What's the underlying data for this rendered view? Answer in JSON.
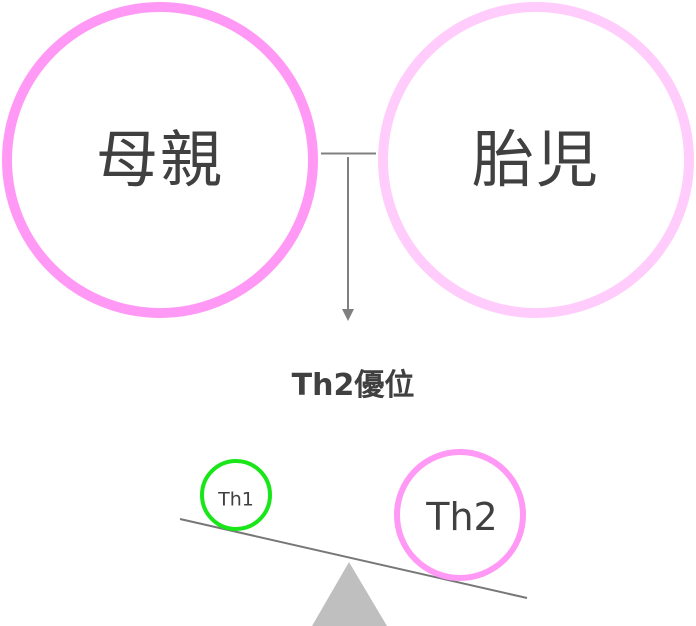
{
  "top": {
    "mother": {
      "label": "母親",
      "color": "#ff99f5"
    },
    "fetus": {
      "label": "胎児",
      "color": "#ffccfc"
    },
    "connector_color": "#808080"
  },
  "result": {
    "title": "Th2優位"
  },
  "balance": {
    "th1": {
      "label": "Th1",
      "color": "#19e619"
    },
    "th2": {
      "label": "Th2",
      "color": "#ff99f5"
    },
    "beam_color": "#777777",
    "fulcrum_color": "#bfbfbf"
  }
}
